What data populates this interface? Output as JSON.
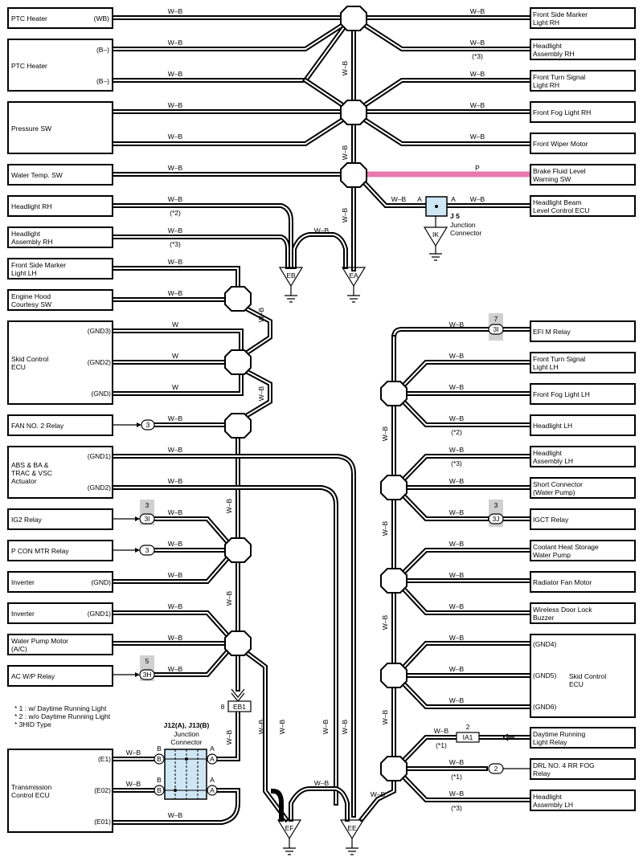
{
  "left_components": {
    "ptc1": {
      "name": "PTC Heater",
      "pin": "(WB)"
    },
    "ptc2": {
      "name": "PTC Heater",
      "pin1": "(B–)",
      "pin2": "(B–)"
    },
    "pressure": {
      "name": "Pressure SW"
    },
    "water_temp": {
      "name": "Water Temp.  SW"
    },
    "headlight_rh": {
      "name": "Headlight RH",
      "note": "(*2)"
    },
    "headlight_assy_rh": {
      "name1": "Headlight",
      "name2": "Assembly RH",
      "note": "(*3)"
    },
    "front_side_marker_lh": {
      "name1": "Front Side Marker",
      "name2": "Light LH"
    },
    "engine_hood": {
      "name1": "Engine Hood",
      "name2": "Courtesy SW"
    },
    "skid_ecu": {
      "name1": "Skid Control",
      "name2": "ECU",
      "pin1": "(GND3)",
      "pin2": "(GND2)",
      "pin3": "(GND)"
    },
    "fan2": {
      "name": "FAN NO. 2 Relay",
      "conn": "3"
    },
    "abs": {
      "name1": "ABS & BA &",
      "name2": "TRAC & VSC",
      "name3": "Actuator",
      "pin1": "(GND1)",
      "pin2": "(GND2)"
    },
    "ig2": {
      "name": "IG2 Relay",
      "conn_top": "3",
      "conn": "3I"
    },
    "pcon": {
      "name": "P CON MTR Relay",
      "conn": "3"
    },
    "inverter1": {
      "name": "Inverter",
      "pin": "(GND)"
    },
    "inverter2": {
      "name": "Inverter",
      "pin": "(GND1)"
    },
    "wpm": {
      "name1": "Water Pump Motor",
      "name2": "(A/C)"
    },
    "acwp": {
      "name": "AC W/P Relay",
      "conn_top": "5",
      "conn": "3H"
    },
    "tcu": {
      "name1": "Transmission",
      "name2": "Control ECU",
      "pin1": "(E1)",
      "pin2": "(E02)",
      "pin3": "(E01)"
    }
  },
  "right_components": {
    "fsm_rh": {
      "name1": "Front Side Marker",
      "name2": "Light RH"
    },
    "hl_assy_rh": {
      "name1": "Headlight",
      "name2": "Assembly RH",
      "note": "(*3)"
    },
    "fts_rh": {
      "name1": "Front Turn Signal",
      "name2": "Light RH"
    },
    "ffog_rh": {
      "name": "Front Fog Light RH"
    },
    "wiper": {
      "name": "Front Wiper Motor"
    },
    "brake": {
      "name1": "Brake Fluid Level",
      "name2": "Warning SW",
      "wire": "P"
    },
    "hbl": {
      "name1": "Headlight Beam",
      "name2": "Level Control ECU"
    },
    "efi": {
      "name": "EFI M Relay",
      "conn_top": "7",
      "conn": "3I"
    },
    "fts_lh": {
      "name1": "Front Turn Signal",
      "name2": "Light LH"
    },
    "ffog_lh": {
      "name": "Front Fog Light LH"
    },
    "hl_lh": {
      "name": "Headlight LH",
      "note": "(*2)"
    },
    "hl_assy_lh": {
      "name1": "Headlight",
      "name2": "Assembly LH",
      "note": "(*3)"
    },
    "short_conn": {
      "name1": "Short Connector",
      "name2": "(Water Pump)"
    },
    "igct": {
      "name": "IGCT Relay",
      "conn_top": "3",
      "conn": "3J"
    },
    "chs": {
      "name1": "Coolant Heat Storage",
      "name2": "Water Pump"
    },
    "rad": {
      "name": "Radiator Fan Motor"
    },
    "wdl": {
      "name1": "Wireless Door Lock",
      "name2": "Buzzer"
    },
    "skid2": {
      "name1": "Skid Control",
      "name2": "ECU",
      "pin1": "(GND4)",
      "pin2": "(GND5)",
      "pin3": "(GND6)"
    },
    "drl": {
      "name1": "Daytime Running",
      "name2": "Light Relay",
      "note": "(*1)",
      "conn_top": "2",
      "conn": "IA1"
    },
    "drl4": {
      "name1": "DRL NO. 4 RR FOG",
      "name2": "Relay",
      "note": "(*1)",
      "conn": "2"
    },
    "hl_assy_lh2": {
      "name1": "Headlight",
      "name2": "Assembly LH",
      "note": "(*3)"
    }
  },
  "wire_label": "W–B",
  "wire_w": "W",
  "junction": {
    "id": "J 5",
    "name1": "Junction",
    "name2": "Connector",
    "pin": "A"
  },
  "junction2": {
    "id": "J12(A), J13(B)",
    "name1": "Junction",
    "name2": "Connector",
    "pin_a": "A",
    "pin_b": "B"
  },
  "grounds": {
    "eb": "EB",
    "ea": "EA",
    "ef": "EF",
    "ee": "EE",
    "ik": "IK"
  },
  "eb1": {
    "num": "8",
    "label": "EB1"
  },
  "notes": {
    "n1": "* 1 : w/ Daytime Running Light",
    "n2": "* 2 : w/o Daytime Running Light",
    "n3": "* 3HID Type"
  }
}
